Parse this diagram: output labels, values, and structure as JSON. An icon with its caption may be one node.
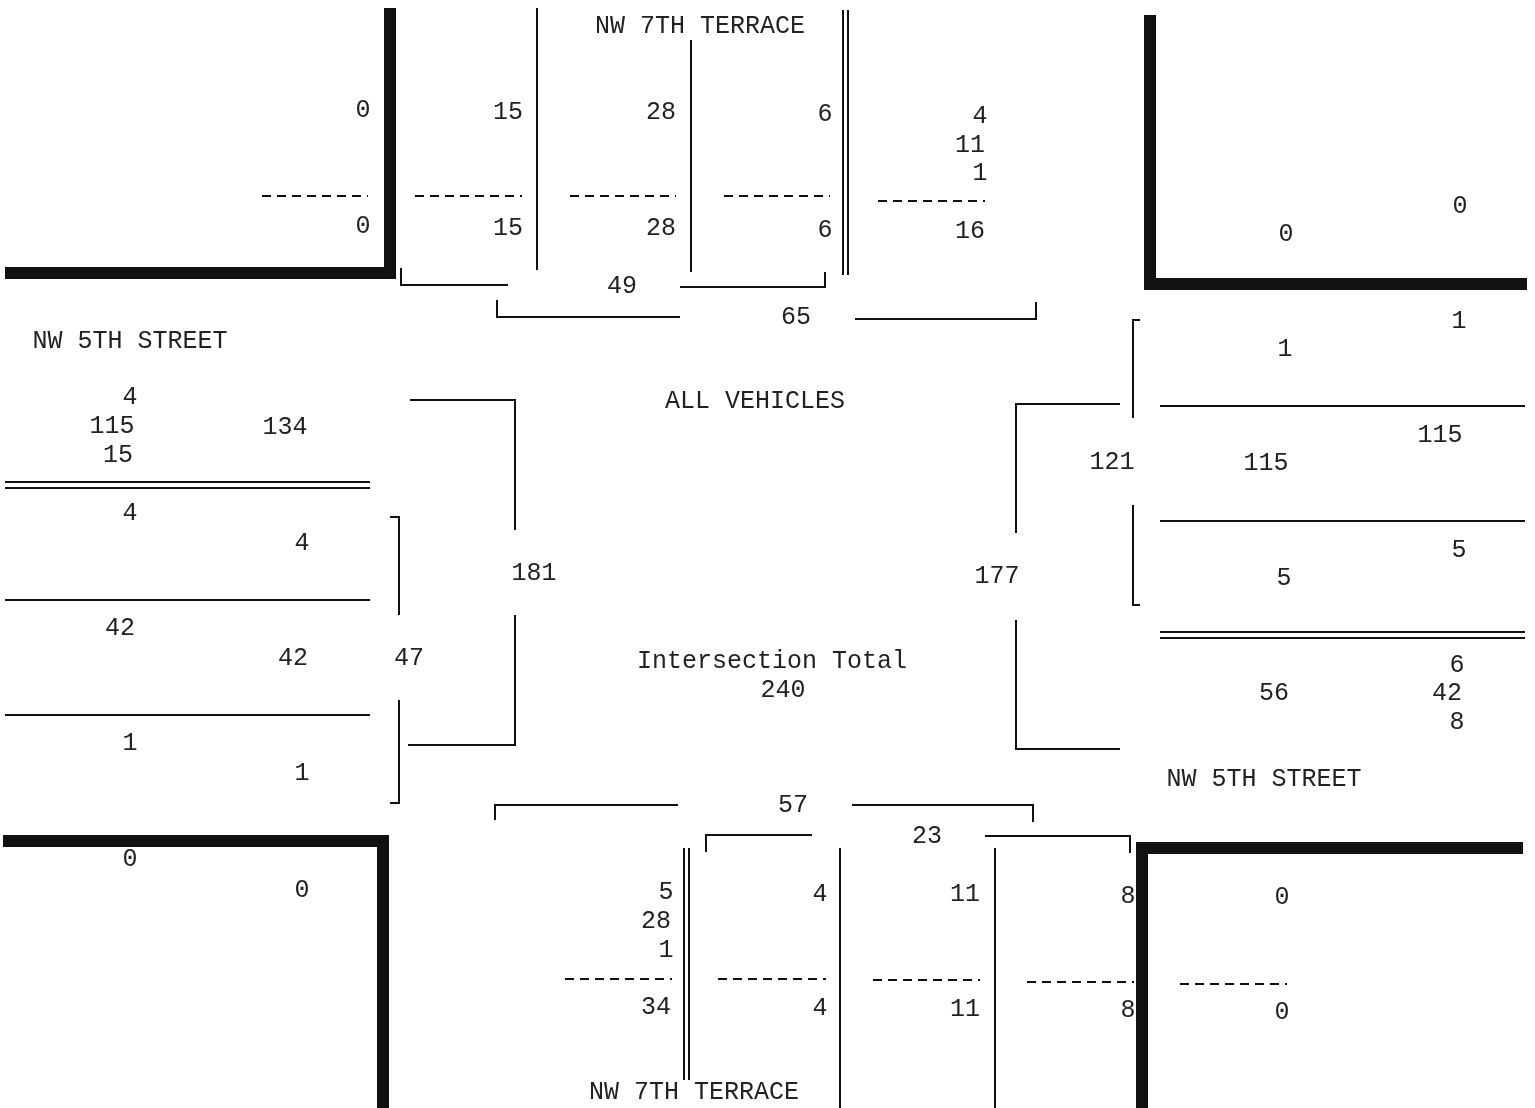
{
  "diagram": {
    "labels": [
      "NW 7TH TERRACE",
      "0",
      "15",
      "28",
      "6",
      "4",
      "11",
      "1",
      "0",
      "0",
      "15",
      "28",
      "6",
      "16",
      "0",
      "49",
      "65",
      "1",
      "NW 5TH STREET",
      "1",
      "4",
      "ALL VEHICLES",
      "115",
      "134",
      "15",
      "115",
      "121",
      "115",
      "4",
      "4",
      "5",
      "181",
      "177",
      "5",
      "42",
      "42",
      "47",
      "Intersection Total",
      "240",
      "6",
      "56",
      "42",
      "8",
      "1",
      "1",
      "NW 5TH STREET",
      "57",
      "23",
      "0",
      "0",
      "5",
      "4",
      "11",
      "8",
      "0",
      "28",
      "1",
      "34",
      "4",
      "11",
      "8",
      "0",
      "NW 7TH TERRACE"
    ]
  }
}
